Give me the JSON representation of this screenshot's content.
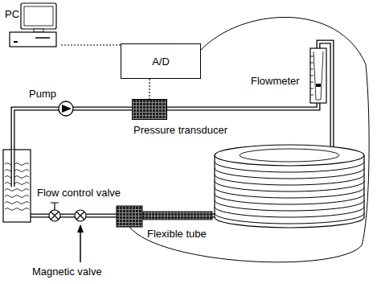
{
  "diagram": {
    "nodes": [
      {
        "text": [
          "PC"
        ]
      },
      {
        "text": [
          "A/D"
        ]
      },
      {
        "text": [
          "Pressure transducer"
        ]
      }
    ],
    "edges": [
      {
        "from": 0,
        "to": 1,
        "arrow": "none"
      },
      {
        "from": 1,
        "to": 2,
        "arrow": "none"
      }
    ],
    "labels": [
      "Pump",
      "Flowmeter",
      "Flow control valve",
      "Flexible tube",
      "Magnetic valve"
    ]
  }
}
